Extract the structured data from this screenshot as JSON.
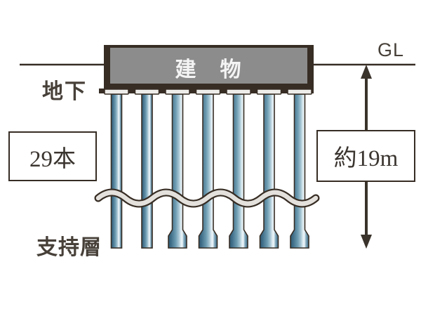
{
  "diagram": {
    "building_label": "建　物",
    "gl_label": "GL",
    "underground_label": "地下",
    "pile_count_label": "29本",
    "depth_label": "約19m",
    "bearing_layer_label": "支持層",
    "piles": {
      "drawn_count": 7,
      "straight_pile_count": 2,
      "belled_pile_count": 5
    },
    "colors": {
      "outline": "#372d24",
      "building_frame": "#372d24",
      "building_fill": "#8c8c8c",
      "cap_fill": "#efedea",
      "wave_fill": "#e4e1dd",
      "arrow": "#3a332b",
      "text_dark": "#474039",
      "building_text": "#f4f4f4",
      "pile_gradient": [
        "#2e5a74",
        "#416f8a",
        "#6d9cb1",
        "#aac8d5",
        "#dcebf1",
        "#eef5f8",
        "#8fb4c6",
        "#35637e"
      ]
    }
  }
}
